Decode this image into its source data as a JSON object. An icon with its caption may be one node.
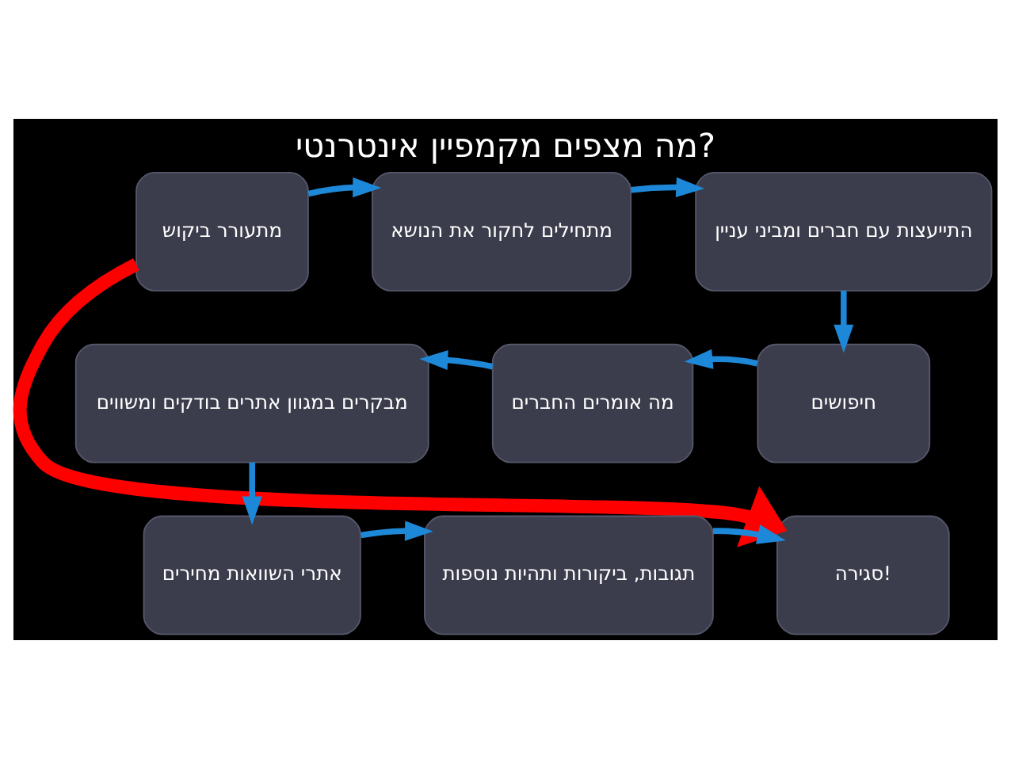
{
  "diagram": {
    "title": "מה מצפים מקמפיין אינטרנטי?",
    "nodes": [
      {
        "text": [
          "מתעורר ביקוש"
        ]
      },
      {
        "text": [
          "מתחילים לחקור את הנושא"
        ]
      },
      {
        "text": [
          "התייעצות עם חברים ומביני עניין"
        ]
      },
      {
        "text": [
          "חיפושים"
        ]
      },
      {
        "text": [
          "מה אומרים החברים"
        ]
      },
      {
        "text": [
          "מבקרים במגוון אתרים בודקים ומשווים"
        ]
      },
      {
        "text": [
          "אתרי השוואות מחירים"
        ]
      },
      {
        "text": [
          "תגובות, ביקורות ותהיות נוספות"
        ]
      },
      {
        "text": [
          "סגירה!"
        ]
      }
    ],
    "edges": [
      {
        "from": 0,
        "to": 1,
        "arrow": "to"
      },
      {
        "from": 1,
        "to": 2,
        "arrow": "to"
      },
      {
        "from": 2,
        "to": 3,
        "arrow": "to"
      },
      {
        "from": 3,
        "to": 4,
        "arrow": "to"
      },
      {
        "from": 4,
        "to": 5,
        "arrow": "to"
      },
      {
        "from": 5,
        "to": 6,
        "arrow": "to"
      },
      {
        "from": 6,
        "to": 7,
        "arrow": "to"
      },
      {
        "from": 7,
        "to": 8,
        "arrow": "to"
      },
      {
        "from": 0,
        "to": 8,
        "arrow": "to",
        "style": "thick",
        "color": "#ff0000"
      }
    ]
  }
}
